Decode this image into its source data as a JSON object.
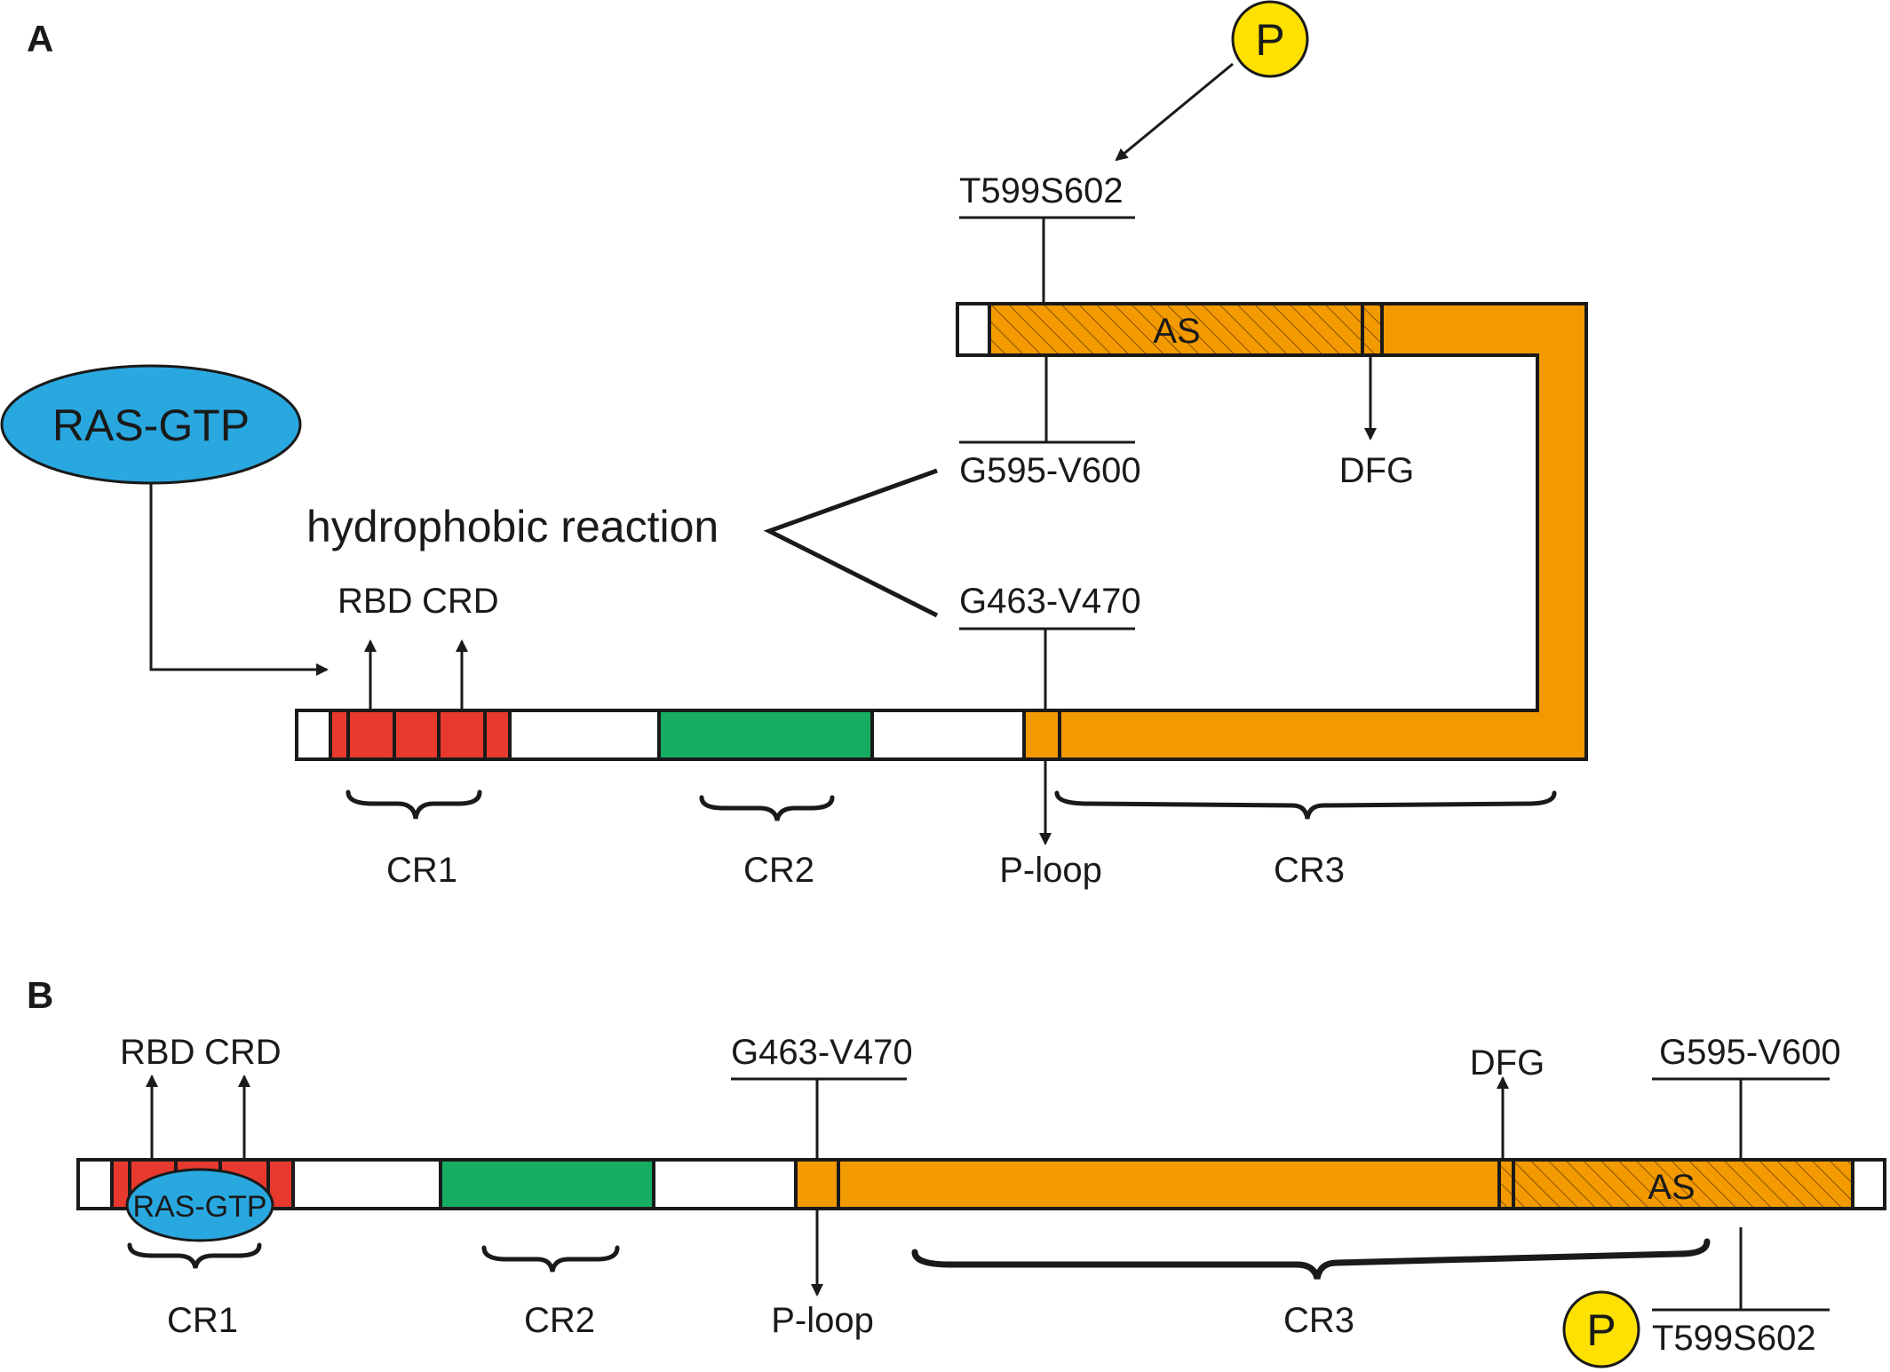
{
  "panel_a": {
    "letter": "A",
    "phospho_symbol": "P",
    "site_t599s602": "T599S602",
    "as_label": "AS",
    "site_g595_v600": "G595-V600",
    "dfg_label": "DFG",
    "ras_gtp": "RAS-GTP",
    "hydrophobic": "hydrophobic reaction",
    "rbd": "RBD",
    "crd": "CRD",
    "site_g463_v470": "G463-V470",
    "cr1": "CR1",
    "cr2": "CR2",
    "ploop": "P-loop",
    "cr3": "CR3"
  },
  "panel_b": {
    "letter": "B",
    "rbd": "RBD",
    "crd": "CRD",
    "site_g463_v470": "G463-V470",
    "dfg_label": "DFG",
    "site_g595_v600": "G595-V600",
    "as_label": "AS",
    "ras_gtp": "RAS-GTP",
    "cr1": "CR1",
    "cr2": "CR2",
    "ploop": "P-loop",
    "cr3": "CR3",
    "phospho_symbol": "P",
    "site_t599s602": "T599S602"
  },
  "colors": {
    "red_domain": "#e8392e",
    "green_domain": "#16ad63",
    "orange_domain": "#f29a00",
    "ras_blue": "#29a8e0",
    "phospho_yellow": "#ffe100"
  }
}
